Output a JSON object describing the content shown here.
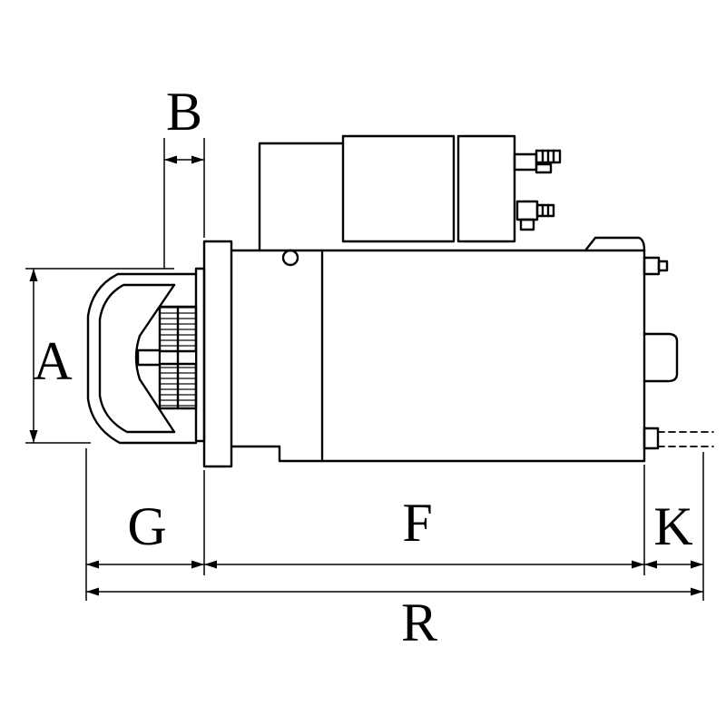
{
  "diagram": {
    "colors": {
      "line": "#000000",
      "background": "#ffffff"
    },
    "labels": {
      "a": "A",
      "b": "B",
      "g": "G",
      "f": "F",
      "k": "K",
      "r": "R"
    }
  }
}
